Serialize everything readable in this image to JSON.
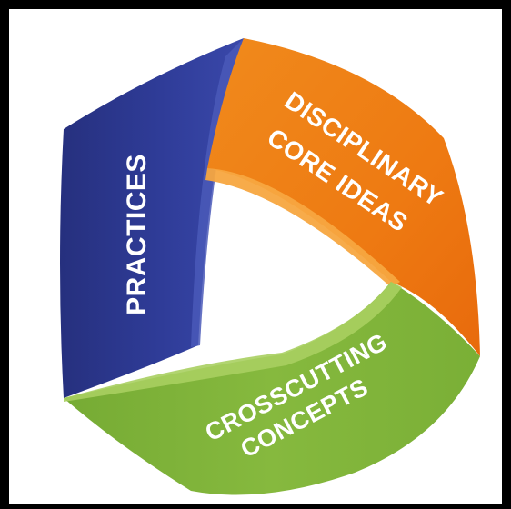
{
  "segments": {
    "practices": {
      "label": "PRACTICES",
      "color": "#2e3a94",
      "edge_color": "#4656b8"
    },
    "core_ideas": {
      "line1": "DISCIPLINARY",
      "line2": "CORE IDEAS",
      "color": "#ef7d14",
      "edge_color": "#f7a33a"
    },
    "crosscutting": {
      "line1": "CROSSCUTTING",
      "line2": "CONCEPTS",
      "color": "#7fb33a",
      "edge_color": "#a7cf5a"
    }
  }
}
